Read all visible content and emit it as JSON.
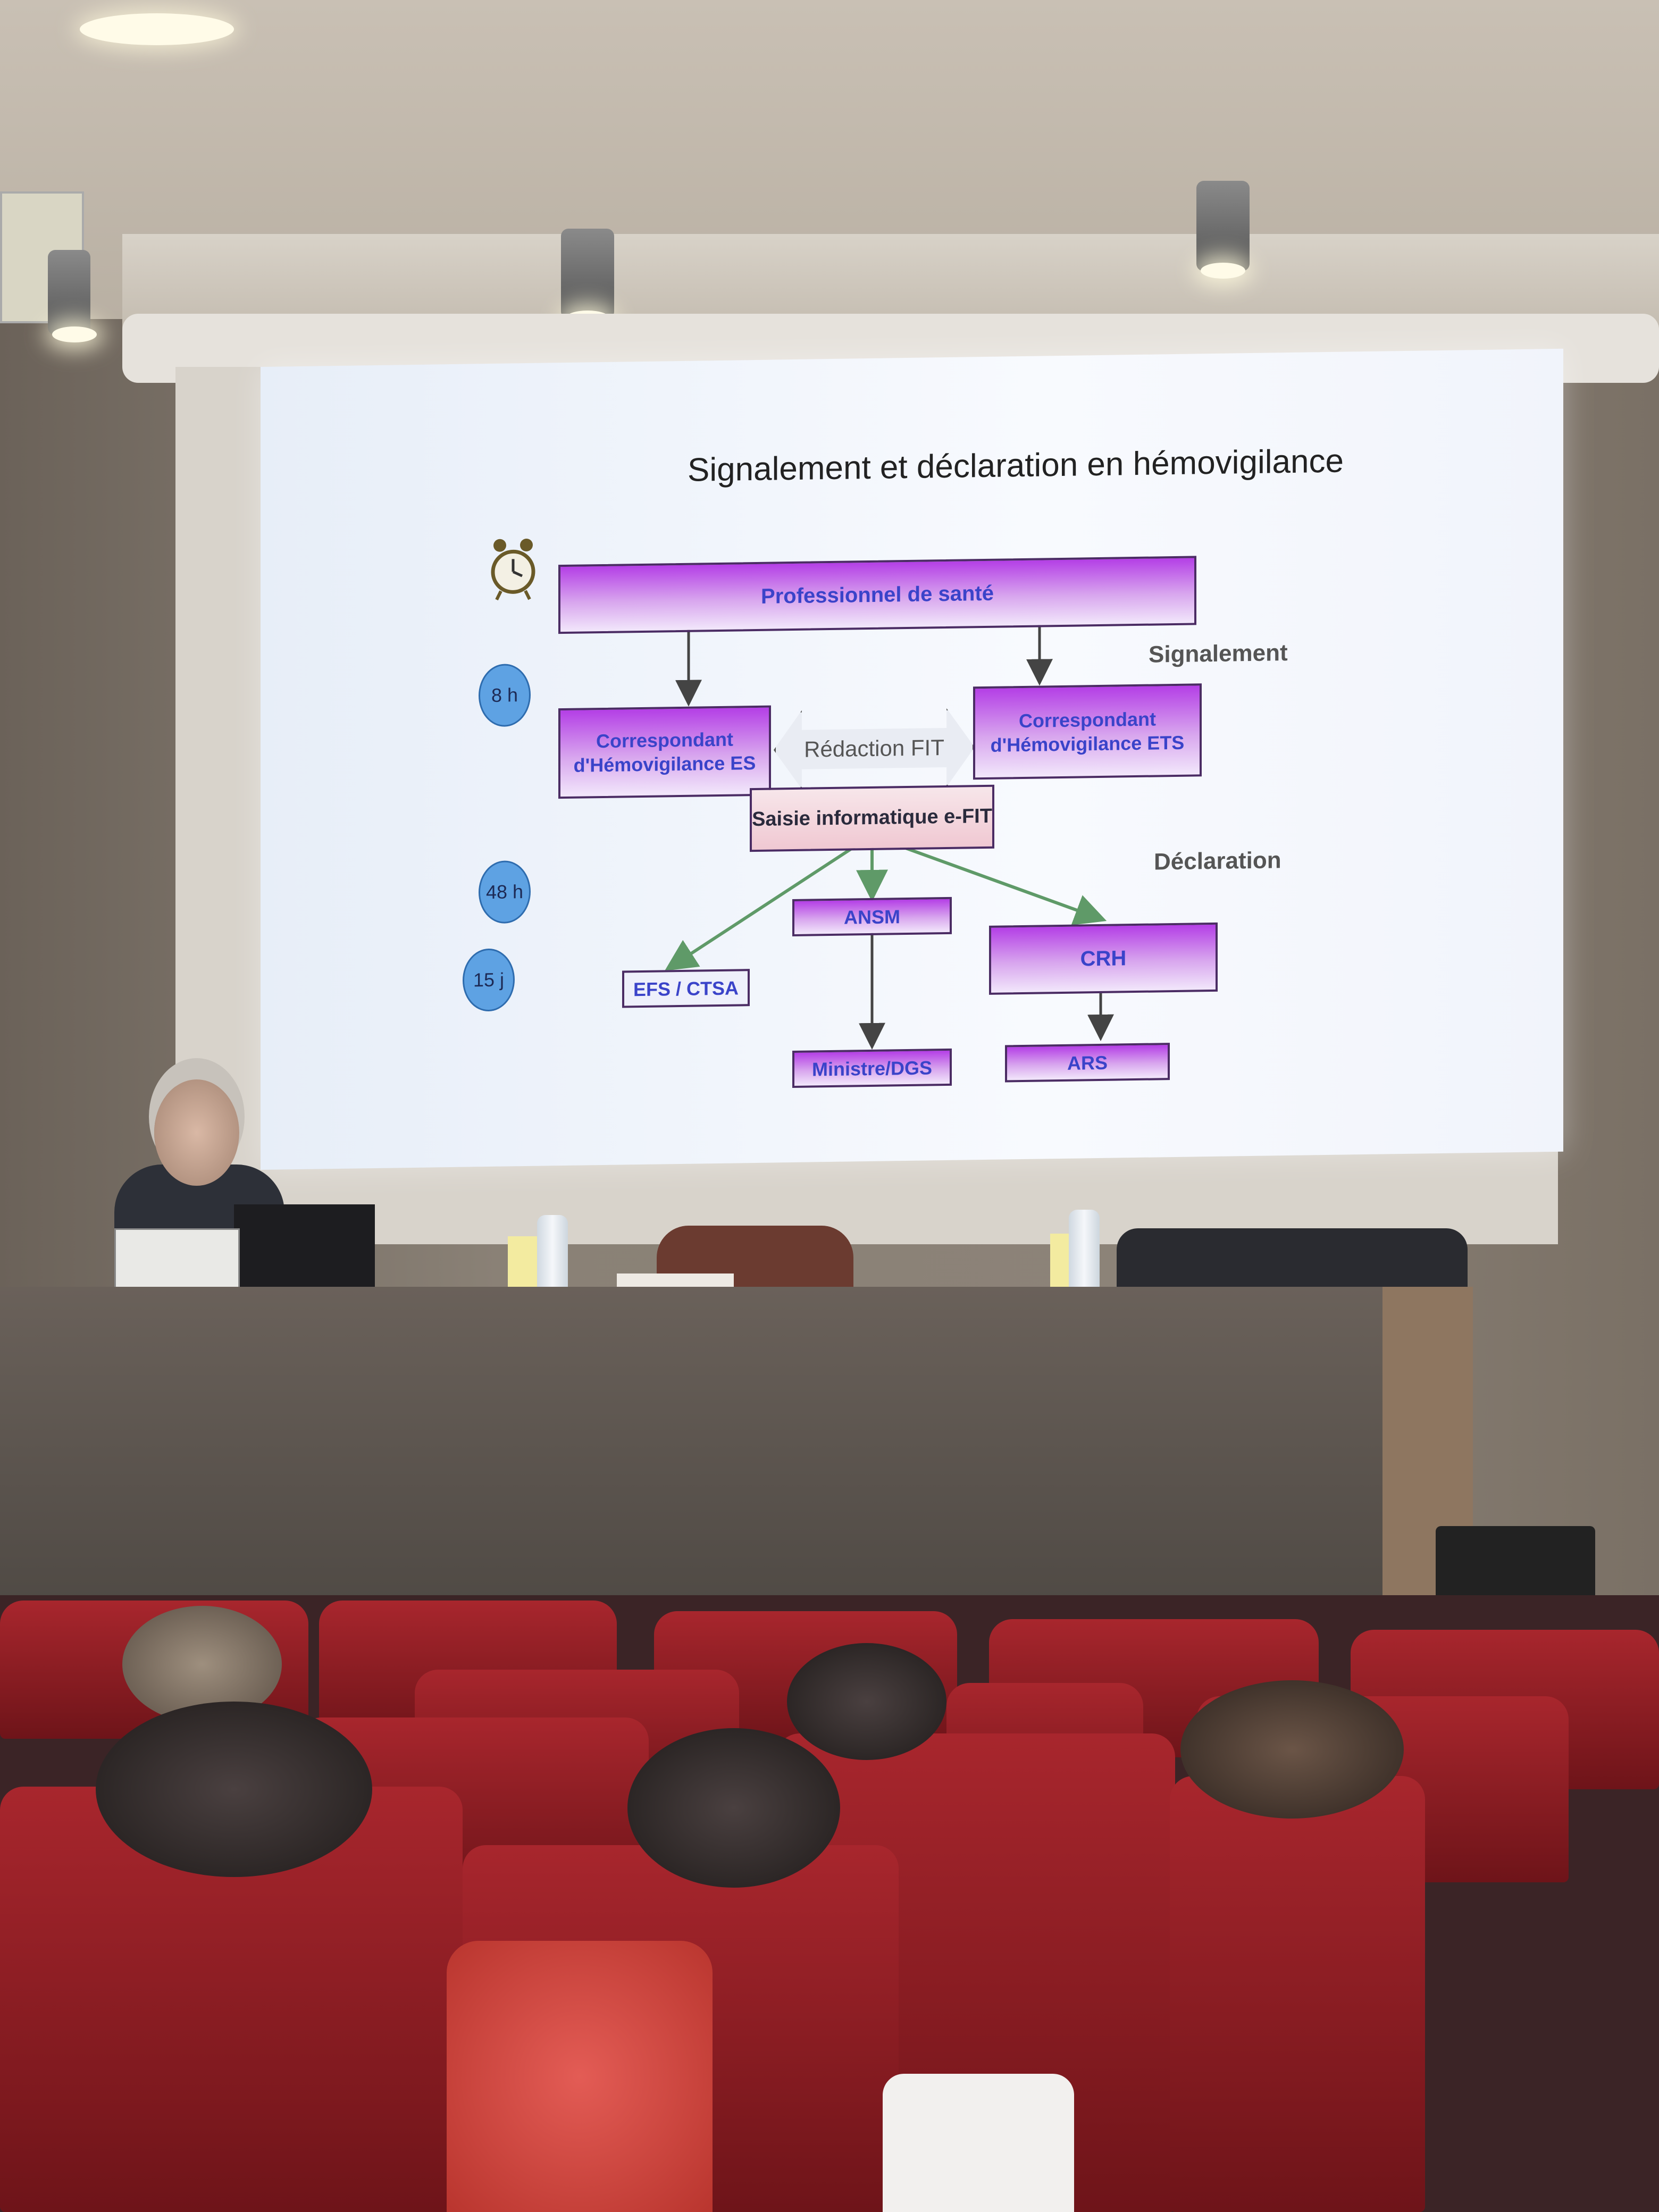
{
  "slide": {
    "title": "Signalement et déclaration en hémovigilance",
    "labels": {
      "signalement": "Signalement",
      "declaration": "Déclaration"
    },
    "timeline": [
      "8 h",
      "48 h",
      "15 j"
    ],
    "boxes": {
      "professionnel": "Professionnel de santé",
      "correspondant_es": "Correspondant d'Hémovigilance ES",
      "correspondant_ets": "Correspondant d'Hémovigilance ETS",
      "redaction": "Rédaction FIT",
      "saisie": "Saisie informatique e-FIT",
      "ansm": "ANSM",
      "crh": "CRH",
      "efs": "EFS / CTSA",
      "ministre": "Ministre/DGS",
      "ars": "ARS"
    }
  },
  "colors": {
    "box_gradient_top": "#b43fe6",
    "box_text": "#3a43c9",
    "badge": "#5ea2e3",
    "seat": "#a8262d"
  },
  "icons": [
    "alarm-clock-icon"
  ]
}
